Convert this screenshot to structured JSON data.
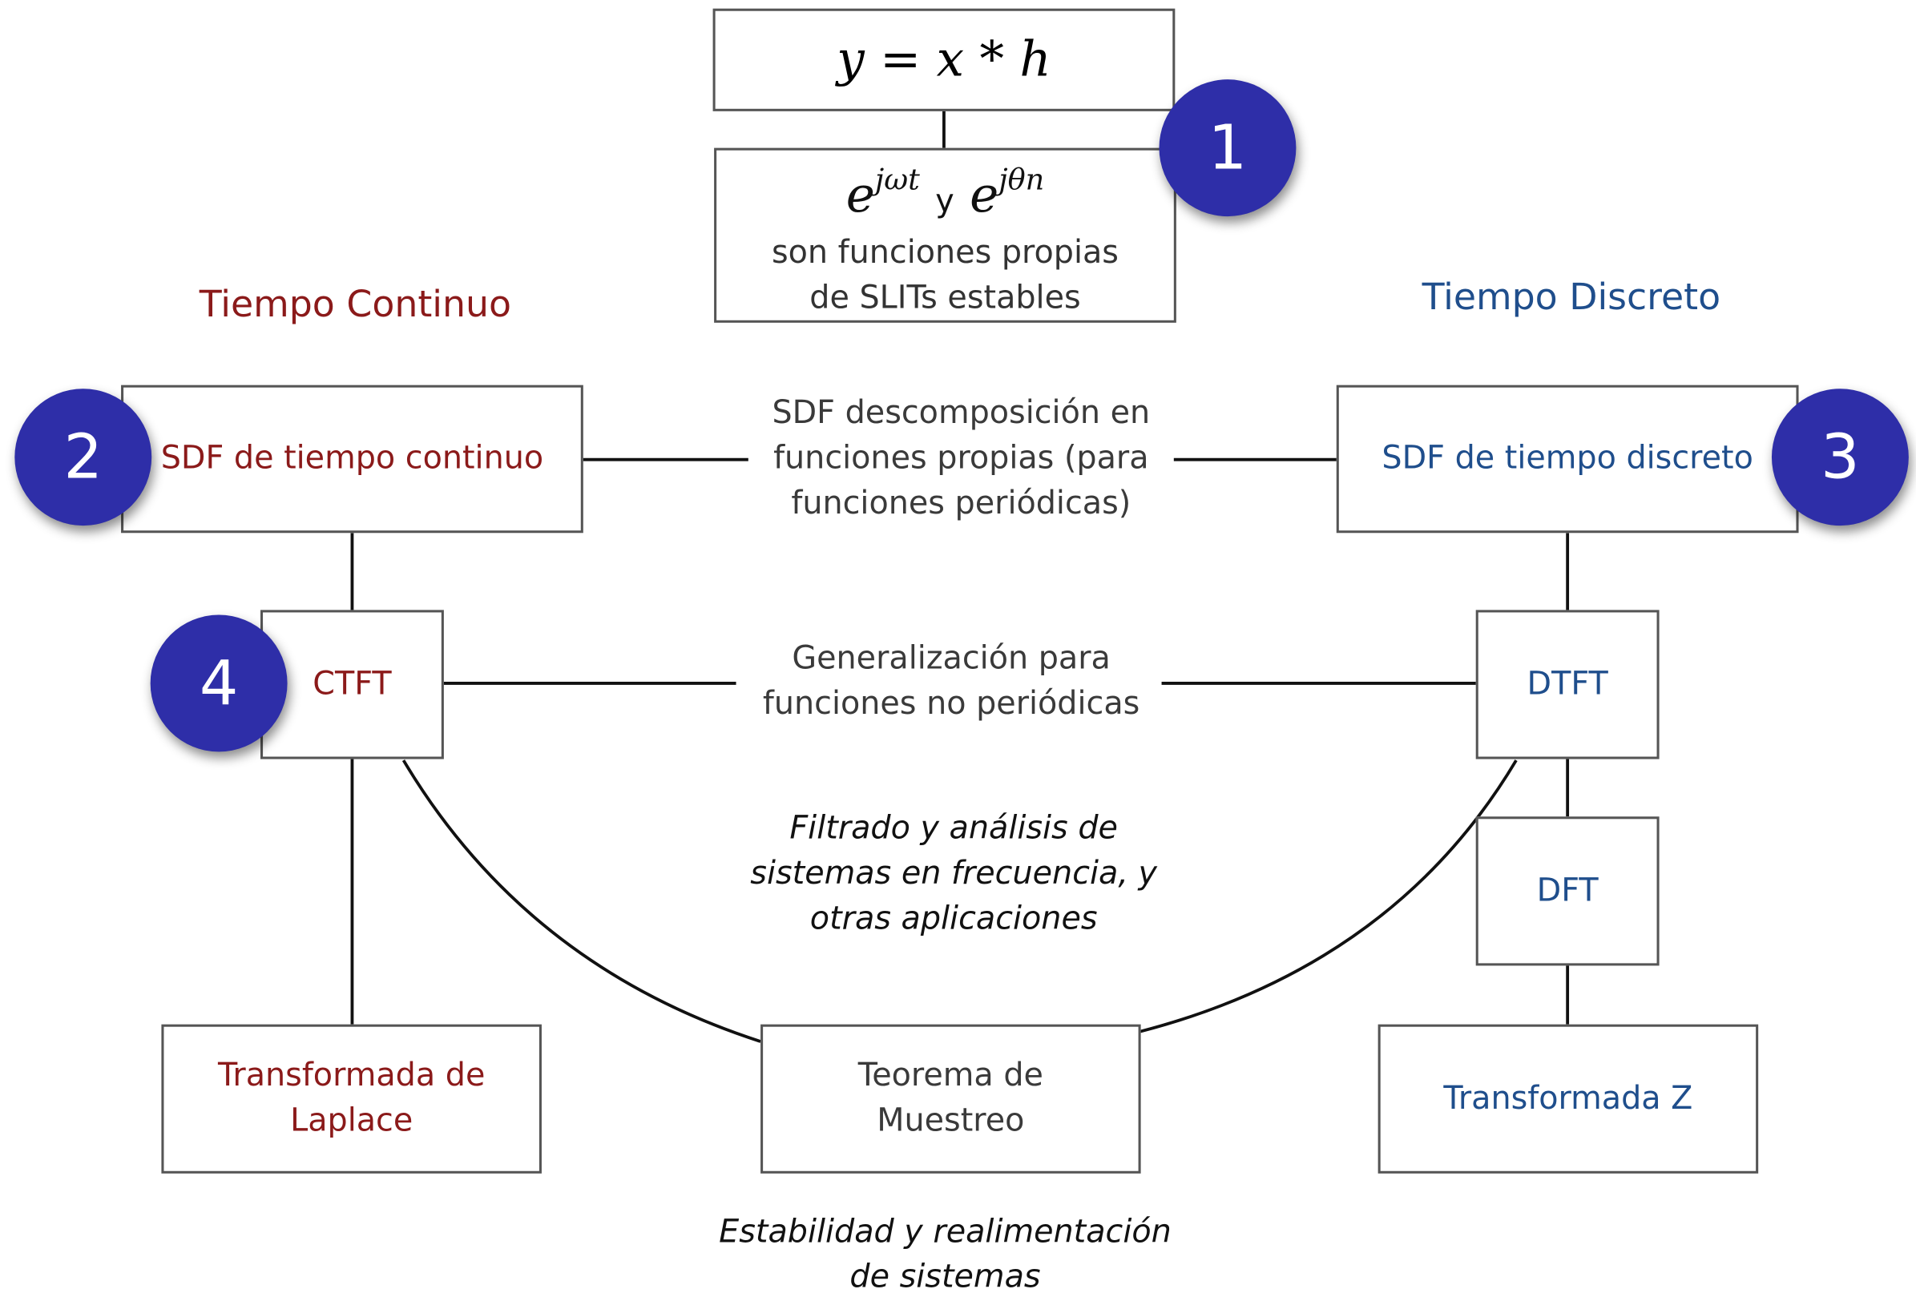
{
  "headings": {
    "continuous": "Tiempo Continuo",
    "discrete": "Tiempo Discreto"
  },
  "top": {
    "convolution": "y = x * h",
    "eigen_exp_ct": "e",
    "eigen_exp_ct_sup": "jωt",
    "eigen_and": "y",
    "eigen_exp_dt": "e",
    "eigen_exp_dt_sup": "jθn",
    "eigen_line2": "son funciones propias",
    "eigen_line3": "de SLITs estables"
  },
  "boxes": {
    "sdf_ct": "SDF de tiempo continuo",
    "sdf_dt": "SDF de tiempo discreto",
    "ctft": "CTFT",
    "dtft": "DTFT",
    "dft": "DFT",
    "laplace_1": "Transformada de",
    "laplace_2": "Laplace",
    "sampling_1": "Teorema de",
    "sampling_2": "Muestreo",
    "ztransform": "Transformada Z"
  },
  "edge_labels": {
    "sdf_1": "SDF descomposición en",
    "sdf_2": "funciones propias (para",
    "sdf_3": "funciones periódicas)",
    "gen_1": "Generalización para",
    "gen_2": "funciones no periódicas",
    "filt_1": "Filtrado y análisis de",
    "filt_2": "sistemas en frecuencia, y",
    "filt_3": "otras aplicaciones",
    "stab_1": "Estabilidad y realimentación",
    "stab_2": "de sistemas"
  },
  "badges": [
    "1",
    "2",
    "3",
    "4"
  ],
  "colors": {
    "continuous": "#8b1a1a",
    "discrete": "#1f4e8c",
    "neutral": "#3a3a3a",
    "badge": "#2e2ea8"
  }
}
